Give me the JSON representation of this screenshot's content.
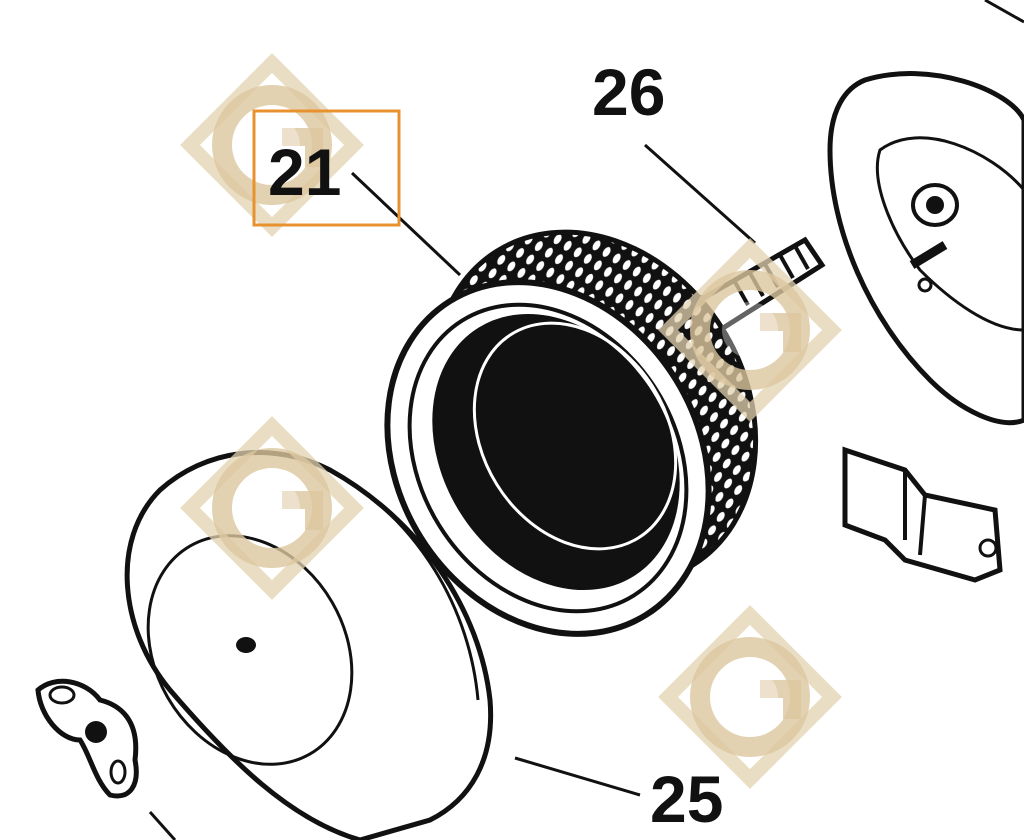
{
  "diagram": {
    "callouts": {
      "air_filter": "21",
      "bolt": "26",
      "cover": "25"
    },
    "highlighted_callout": "21"
  },
  "colors": {
    "ink": "#111111",
    "highlight_box": "#e8912f",
    "watermark": "#d9c49a",
    "background": "#ffffff"
  },
  "icons": {
    "watermark": "g-diamond-logo-icon"
  }
}
